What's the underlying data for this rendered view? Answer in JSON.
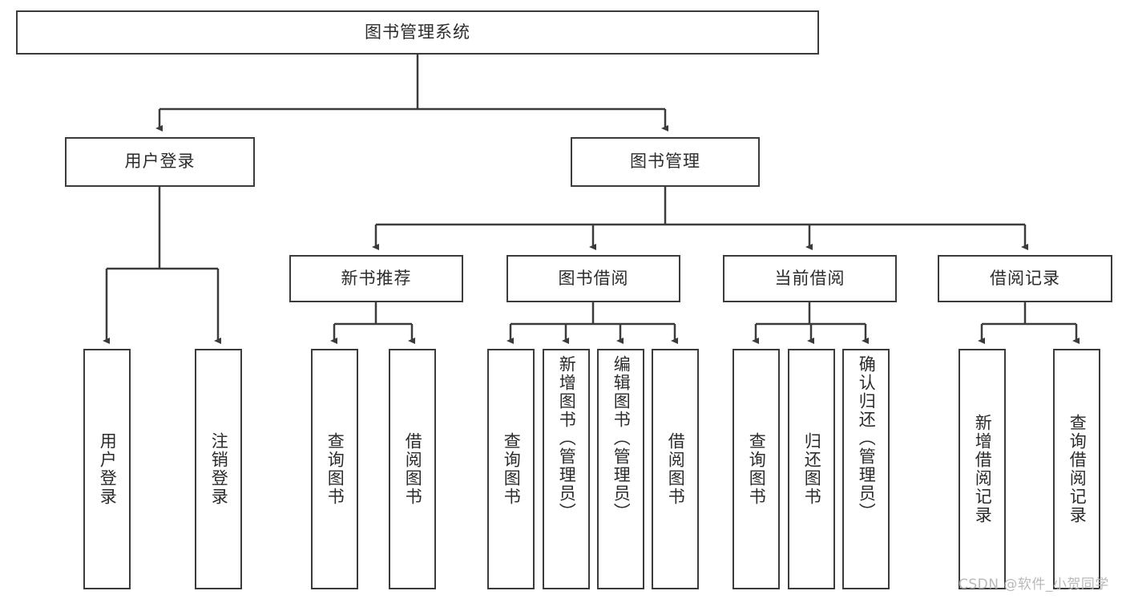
{
  "diagram": {
    "type": "tree-hierarchy",
    "title": "图书管理系统",
    "watermark": "CSDN @软件_小贺同学",
    "colors": {
      "stroke": "#3b3b3b",
      "text": "#2b2b2b",
      "background": "#ffffff",
      "watermark": "#b9b9b9"
    },
    "nodes": {
      "root": {
        "label": "图书管理系统"
      },
      "level2": [
        {
          "label": "用户登录"
        },
        {
          "label": "图书管理"
        }
      ],
      "level3": [
        {
          "label": "新书推荐"
        },
        {
          "label": "图书借阅"
        },
        {
          "label": "当前借阅"
        },
        {
          "label": "借阅记录"
        }
      ],
      "leaves": {
        "user_login": [
          {
            "label": "用户登录"
          },
          {
            "label": "注销登录"
          }
        ],
        "new_book_recommend": [
          {
            "label": "查询图书"
          },
          {
            "label": "借阅图书"
          }
        ],
        "book_borrow": [
          {
            "label": "查询图书"
          },
          {
            "label": "新增图书（管理员）"
          },
          {
            "label": "编辑图书（管理员）"
          },
          {
            "label": "借阅图书"
          }
        ],
        "current_borrow": [
          {
            "label": "查询图书"
          },
          {
            "label": "归还图书"
          },
          {
            "label": "确认归还（管理员）"
          }
        ],
        "borrow_record": [
          {
            "label": "新增借阅记录"
          },
          {
            "label": "查询借阅记录"
          }
        ]
      }
    }
  }
}
